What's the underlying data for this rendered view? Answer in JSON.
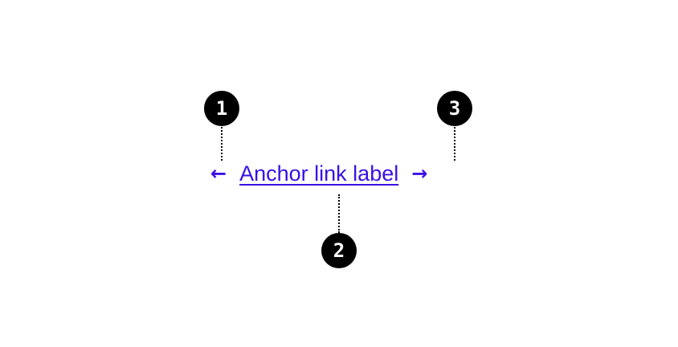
{
  "anchor_link": {
    "label": "Anchor link label",
    "leading_icon": "arrow-left-icon",
    "trailing_icon": "arrow-right-icon",
    "leading_glyph": "←",
    "trailing_glyph": "→",
    "link_color": "#3a10e5"
  },
  "markers": [
    {
      "number": "1"
    },
    {
      "number": "2"
    },
    {
      "number": "3"
    }
  ],
  "marker_color": "#000000",
  "marker_text_color": "#ffffff"
}
